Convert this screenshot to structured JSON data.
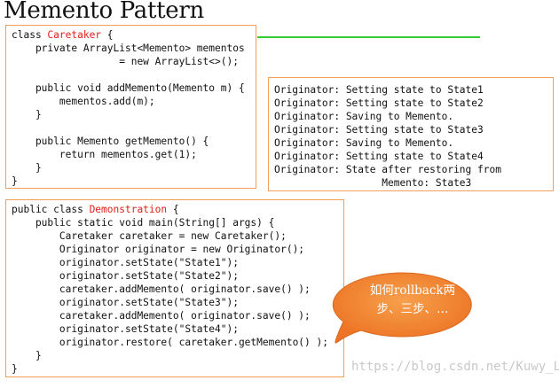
{
  "title": "Memento Pattern",
  "caretaker_box": {
    "line1_pre": "class ",
    "class_name": "Caretaker",
    "line1_post": " {",
    "body": "    private ArrayList<Memento> mementos\n                  = new ArrayList<>();\n\n    public void addMemento(Memento m) {\n        mementos.add(m);\n    }\n\n    public Memento getMemento() {\n        return mementos.get(1);\n    }\n}"
  },
  "demo_box": {
    "line1_pre": "public class ",
    "class_name": "Demonstration",
    "line1_post": " {",
    "body": "    public static void main(String[] args) {\n        Caretaker caretaker = new Caretaker();\n        Originator originator = new Originator();\n        originator.setState(\"State1\");\n        originator.setState(\"State2\");\n        caretaker.addMemento( originator.save() );\n        originator.setState(\"State3\");\n        caretaker.addMemento( originator.save() );\n        originator.setState(\"State4\");\n        originator.restore( caretaker.getMemento() );\n    }\n}"
  },
  "output_box": {
    "text": "Originator: Setting state to State1\nOriginator: Setting state to State2\nOriginator: Saving to Memento.\nOriginator: Setting state to State3\nOriginator: Saving to Memento.\nOriginator: Setting state to State4\nOriginator: State after restoring from\n                  Memento: State3"
  },
  "callout": {
    "line1": "如何rollback两",
    "line2": "步、三步、…"
  },
  "watermark": "https://blog.csdn.net/Kuwy_Lsr",
  "colors": {
    "box_border": "#f0a05a",
    "class_name": "#e0201a",
    "callout_fill": "#f07f2e",
    "divider": "#33cc33"
  }
}
